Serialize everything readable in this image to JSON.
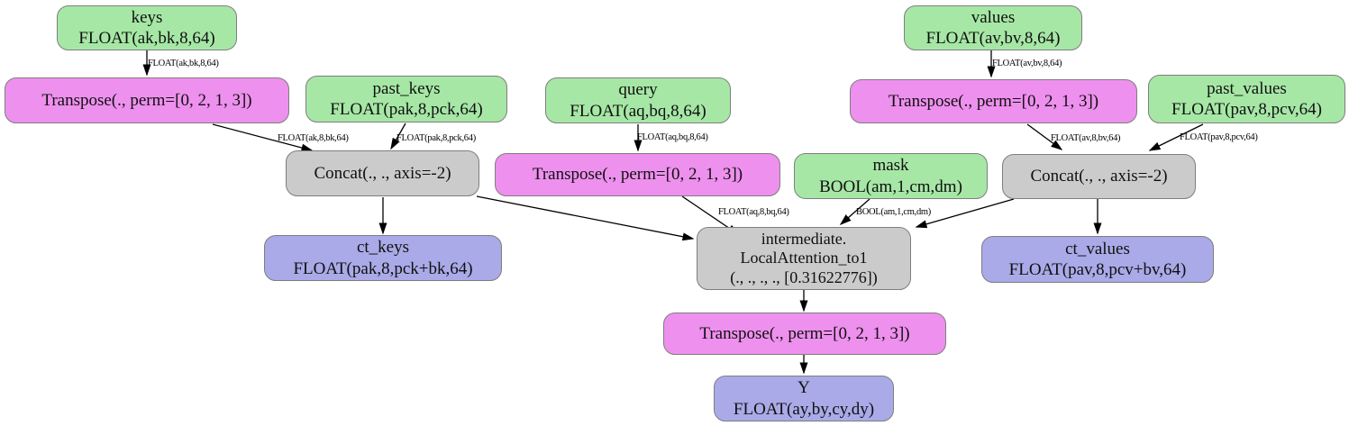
{
  "graph": {
    "nodes": {
      "keys": {
        "title": "keys",
        "type_line": "FLOAT(ak,bk,8,64)"
      },
      "transpose_keys": {
        "title": "Transpose(., perm=[0, 2, 1, 3])"
      },
      "past_keys": {
        "title": "past_keys",
        "type_line": "FLOAT(pak,8,pck,64)"
      },
      "concat_keys": {
        "title": "Concat(., ., axis=-2)"
      },
      "ct_keys": {
        "title": "ct_keys",
        "type_line": "FLOAT(pak,8,pck+bk,64)"
      },
      "query": {
        "title": "query",
        "type_line": "FLOAT(aq,bq,8,64)"
      },
      "transpose_query": {
        "title": "Transpose(., perm=[0, 2, 1, 3])"
      },
      "mask": {
        "title": "mask",
        "type_line": "BOOL(am,1,cm,dm)"
      },
      "intermediate": {
        "line1": "intermediate.",
        "line2": "LocalAttention_to1",
        "line3": "(., ., ., ., [0.31622776])"
      },
      "transpose_out": {
        "title": "Transpose(., perm=[0, 2, 1, 3])"
      },
      "y_output": {
        "title": "Y",
        "type_line": "FLOAT(ay,by,cy,dy)"
      },
      "values": {
        "title": "values",
        "type_line": "FLOAT(av,bv,8,64)"
      },
      "transpose_values": {
        "title": "Transpose(., perm=[0, 2, 1, 3])"
      },
      "past_values": {
        "title": "past_values",
        "type_line": "FLOAT(pav,8,pcv,64)"
      },
      "concat_values": {
        "title": "Concat(., ., axis=-2)"
      },
      "ct_values": {
        "title": "ct_values",
        "type_line": "FLOAT(pav,8,pcv+bv,64)"
      }
    },
    "edge_labels": {
      "keys_to_transpose": "FLOAT(ak,bk,8,64)",
      "transpose_k_to_concat": "FLOAT(ak,8,bk,64)",
      "past_keys_to_concat": "FLOAT(pak,8,pck,64)",
      "query_to_transpose": "FLOAT(aq,bq,8,64)",
      "transpose_q_to_attn": "FLOAT(aq,8,bq,64)",
      "mask_to_attn": "BOOL(am,1,cm,dm)",
      "values_to_transpose": "FLOAT(av,bv,8,64)",
      "transpose_v_to_concat": "FLOAT(av,8,bv,64)",
      "past_values_to_concat": "FLOAT(pav,8,pcv,64)"
    },
    "colors": {
      "input_fill": "#a6e7a6",
      "transpose_fill": "#ee90ee",
      "op_fill": "#cbcbcb",
      "result_fill": "#aaaae8",
      "border": "#7e7e7e",
      "edge": "#000000"
    }
  }
}
